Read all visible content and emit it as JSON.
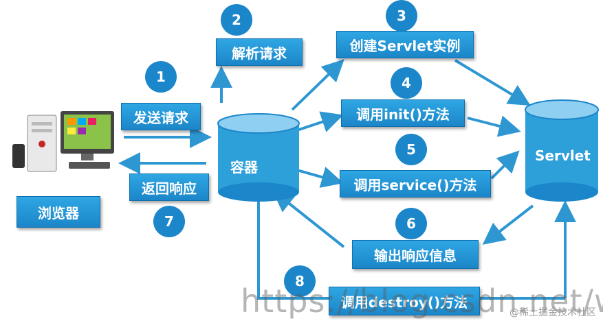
{
  "steps": [
    {
      "num": "1",
      "label": "发送请求"
    },
    {
      "num": "2",
      "label": "解析请求"
    },
    {
      "num": "3",
      "label": "创建Servlet实例"
    },
    {
      "num": "4",
      "label": "调用init()方法"
    },
    {
      "num": "5",
      "label": "调用service()方法"
    },
    {
      "num": "6",
      "label": "输出响应信息"
    },
    {
      "num": "7",
      "label": "返回响应"
    },
    {
      "num": "8",
      "label": "调用destroy()方法"
    }
  ],
  "nodes": {
    "browser": "浏览器",
    "container": "容器",
    "servlet": "Servlet"
  },
  "watermark": "https://blog.csdn.net/weixin_",
  "credit": "@稀土掘金技术社区",
  "colors": {
    "accent": "#1b86c9",
    "box": "#2fa6e3",
    "cylinder": "#2d9fd9",
    "arrow": "#2e97d2"
  }
}
